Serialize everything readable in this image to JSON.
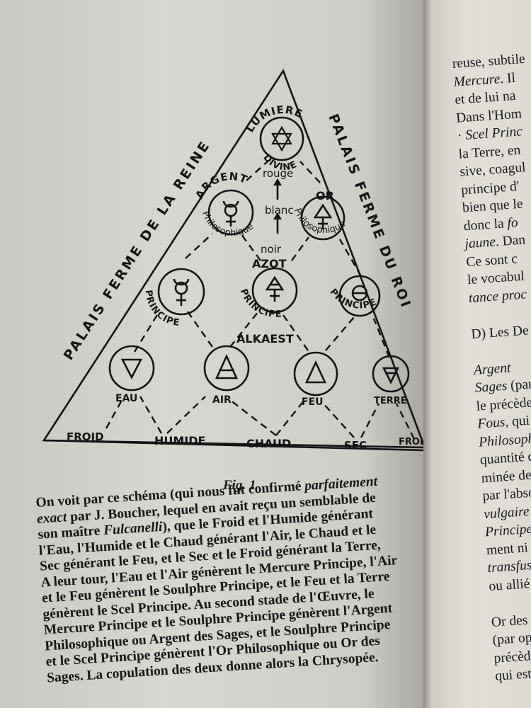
{
  "diagram": {
    "top_label": "LUMIERE",
    "top_label2": "DIVINE",
    "left_edge": "PALAIS FERME DE LA REINE",
    "right_edge": "PALAIS FERME DU ROI",
    "arrow_labels": [
      "rouge",
      "blanc",
      "noir"
    ],
    "argent": "ARGENT",
    "argent_sub": "Philosophique",
    "or": "OR",
    "or_sub": "Philosophique",
    "azot": "AZOT",
    "alkaest": "ALKAEST",
    "principe": "PRINCIPE",
    "elements": [
      "EAU",
      "AIR",
      "FEU",
      "TERRE"
    ],
    "qualities": [
      "FROID",
      "HUMIDE",
      "CHAUD",
      "SEC",
      "FROID"
    ]
  },
  "figure_caption": "Fig. 1",
  "body_lines": [
    [
      {
        "t": "On voit par ce schéma (qui nous fut confirmé "
      },
      {
        "t": "parfaitement",
        "i": true
      }
    ],
    [
      {
        "t": "exact",
        "i": true
      },
      {
        "t": " par J. Boucher, lequel en avait reçu un semblable de"
      }
    ],
    [
      {
        "t": "son maître "
      },
      {
        "t": "Fulcanelli",
        "i": true
      },
      {
        "t": "), que le Froid et l'Humide générant"
      }
    ],
    [
      {
        "t": "l'Eau, l'Humide et le Chaud générant l'Air, le Chaud et le"
      }
    ],
    [
      {
        "t": "Sec générant le Feu, et le Sec et le Froid générant la Terre,"
      }
    ],
    [
      {
        "t": "A leur tour, l'Eau et l'Air génèrent le Mercure Principe, l'Air"
      }
    ],
    [
      {
        "t": "et le Feu génèrent le Soulphre Principe, et le Feu et la Terre"
      }
    ],
    [
      {
        "t": "génèrent le Scel Principe. Au second stade de l'Œuvre, le"
      }
    ],
    [
      {
        "t": "Mercure Principe et le Soulphre Principe génèrent l'Argent"
      }
    ],
    [
      {
        "t": "Philosophique ou Argent des Sages, et le Soulphre Principe"
      }
    ],
    [
      {
        "t": "et le Scel Principe génèrent l'Or Philosophique ou Or des"
      }
    ],
    [
      {
        "t": "Sages. La copulation des deux donne alors la Chrysopée."
      }
    ]
  ],
  "right_lines": [
    [
      {
        "t": "reuse, subtile"
      }
    ],
    [
      {
        "t": "Mercure",
        "i": true
      },
      {
        "t": ". Il"
      }
    ],
    [
      {
        "t": "et de lui na"
      }
    ],
    [
      {
        "t": "Dans l'Hom"
      }
    ],
    [
      {
        "t": "· "
      },
      {
        "t": "Scel Princ",
        "i": true
      }
    ],
    [
      {
        "t": "la Terre, en"
      }
    ],
    [
      {
        "t": "sive, coagul"
      }
    ],
    [
      {
        "t": "principe d'"
      }
    ],
    [
      {
        "t": "bien que le"
      }
    ],
    [
      {
        "t": "donc la "
      },
      {
        "t": "fo",
        "i": true
      }
    ],
    [
      {
        "t": "jaune",
        "i": true
      },
      {
        "t": ". Dan"
      }
    ],
    [
      {
        "t": "  Ce sont c"
      }
    ],
    [
      {
        "t": "le vocabul"
      }
    ],
    [
      {
        "t": "tance proc",
        "i": true
      }
    ],
    [
      {
        "t": ""
      }
    ],
    [
      {
        "t": "D) Les De"
      }
    ],
    [
      {
        "t": ""
      }
    ],
    [
      {
        "t": "  "
      },
      {
        "t": "Argent",
        "i": true
      }
    ],
    [
      {
        "t": "Sages",
        "i": true
      },
      {
        "t": " (par"
      }
    ],
    [
      {
        "t": "le précède"
      }
    ],
    [
      {
        "t": "Fous",
        "i": true
      },
      {
        "t": ", qui"
      }
    ],
    [
      {
        "t": "Philosophi",
        "i": true
      }
    ],
    [
      {
        "t": "quantité d"
      }
    ],
    [
      {
        "t": "minée de"
      }
    ],
    [
      {
        "t": "par l'abso"
      }
    ],
    [
      {
        "t": "vulgaire",
        "i": true
      }
    ],
    [
      {
        "t": "Principe",
        "i": true
      },
      {
        "t": "."
      }
    ],
    [
      {
        "t": "ment ni e"
      }
    ],
    [
      {
        "t": "transfusio",
        "i": true
      }
    ],
    [
      {
        "t": "ou allié à"
      }
    ],
    [
      {
        "t": ""
      }
    ],
    [
      {
        "t": "  Or des"
      }
    ],
    [
      {
        "t": "(par oppo"
      }
    ],
    [
      {
        "t": "précède a"
      }
    ],
    [
      {
        "t": "qui est le"
      }
    ]
  ]
}
